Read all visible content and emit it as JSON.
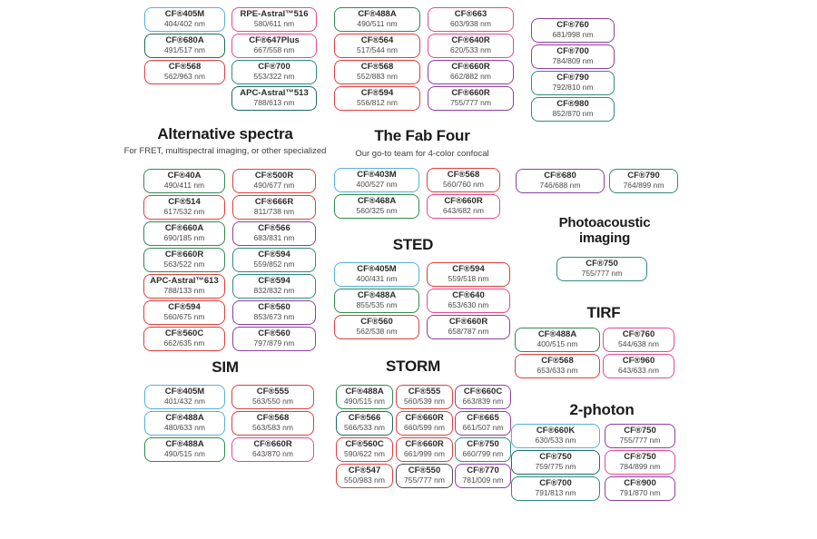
{
  "palette": {
    "blue": "#56aee0",
    "green": "#2f8a4f",
    "darkgreen": "#1e6b52",
    "teal": "#2e8b80",
    "darkteal": "#1f6b63",
    "red": "#e23d3d",
    "pink": "#e8478f",
    "purple": "#8e3fa3",
    "dark": "#4a4a4a"
  },
  "top_columns": [
    {
      "boxes": [
        {
          "n": "CF®405M",
          "w": "404/402 nm",
          "c": "blue"
        },
        {
          "n": "CF®680A",
          "w": "491/517 nm",
          "c": "darkgreen"
        },
        {
          "n": "CF®568",
          "w": "562/963 nm",
          "c": "red"
        }
      ]
    },
    {
      "boxes": [
        {
          "n": "RPE-Astral™516",
          "w": "580/611 nm",
          "c": "pink"
        },
        {
          "n": "CF®647Plus",
          "w": "667/558 nm",
          "c": "pink"
        },
        {
          "n": "CF®700",
          "w": "553/322 nm",
          "c": "teal"
        },
        {
          "n": "APC-Astral™513",
          "w": "788/613 nm",
          "c": "darkteal"
        }
      ]
    },
    {
      "boxes": [
        {
          "n": "CF®488A",
          "w": "490/511 nm",
          "c": "green"
        },
        {
          "n": "CF®564",
          "w": "517/544 nm",
          "c": "red"
        },
        {
          "n": "CF®568",
          "w": "552/883 nm",
          "c": "red"
        },
        {
          "n": "CF®594",
          "w": "556/812 nm",
          "c": "red"
        }
      ]
    },
    {
      "boxes": [
        {
          "n": "CF®663",
          "w": "603/938 nm",
          "c": "pink"
        },
        {
          "n": "CF®640R",
          "w": "620/533 nm",
          "c": "pink"
        },
        {
          "n": "CF®660R",
          "w": "662/882 nm",
          "c": "purple"
        },
        {
          "n": "CF®660R",
          "w": "755/777 nm",
          "c": "purple"
        }
      ]
    },
    {
      "boxes": [
        {
          "n": "CF®760",
          "w": "681/998 nm",
          "c": "purple"
        },
        {
          "n": "CF®700",
          "w": "784/809 nm",
          "c": "purple"
        },
        {
          "n": "CF®790",
          "w": "792/810 nm",
          "c": "teal"
        },
        {
          "n": "CF®980",
          "w": "852/870 nm",
          "c": "teal"
        }
      ]
    }
  ],
  "sections": {
    "alternative": {
      "title": "Alternative spectra",
      "subtitle": "For FRET, multispectral imaging, or other specialized",
      "columns": [
        [
          {
            "n": "CF®40A",
            "w": "490/411 nm",
            "c": "green"
          },
          {
            "n": "CF®514",
            "w": "617/532 nm",
            "c": "red"
          },
          {
            "n": "CF®660A",
            "w": "690/185 nm",
            "c": "green"
          },
          {
            "n": "CF®660R",
            "w": "563/522 nm",
            "c": "green"
          },
          {
            "n": "APC-Astral™613",
            "w": "788/133 nm",
            "c": "red"
          },
          {
            "n": "CF®594",
            "w": "560/675 nm",
            "c": "red"
          },
          {
            "n": "CF®560C",
            "w": "662/635 nm",
            "c": "red"
          }
        ],
        [
          {
            "n": "CF®500R",
            "w": "490/677 nm",
            "c": "red"
          },
          {
            "n": "CF®666R",
            "w": "811/738 nm",
            "c": "red"
          },
          {
            "n": "CF®566",
            "w": "683/831 nm",
            "c": "purple"
          },
          {
            "n": "CF®594",
            "w": "559/852 nm",
            "c": "teal"
          },
          {
            "n": "CF®594",
            "w": "832/832 nm",
            "c": "teal"
          },
          {
            "n": "CF®560",
            "w": "853/673 nm",
            "c": "purple"
          },
          {
            "n": "CF®560",
            "w": "797/879 nm",
            "c": "purple"
          }
        ]
      ]
    },
    "fab_four": {
      "title": "The Fab Four",
      "subtitle": "Our go-to team for 4-color confocal",
      "columns": [
        [
          {
            "n": "CF®403M",
            "w": "400/527 nm",
            "c": "blue"
          },
          {
            "n": "CF®468A",
            "w": "560/325 nm",
            "c": "green"
          }
        ],
        [
          {
            "n": "CF®568",
            "w": "560/760 nm",
            "c": "red"
          },
          {
            "n": "CF®660R",
            "w": "643/682 nm",
            "c": "pink"
          }
        ]
      ]
    },
    "sted": {
      "title": "STED",
      "columns": [
        [
          {
            "n": "CF®405M",
            "w": "400/431 nm",
            "c": "blue"
          },
          {
            "n": "CF®488A",
            "w": "855/535 nm",
            "c": "green"
          },
          {
            "n": "CF®560",
            "w": "562/538 nm",
            "c": "red"
          }
        ],
        [
          {
            "n": "CF®594",
            "w": "559/518 nm",
            "c": "red"
          },
          {
            "n": "CF®640",
            "w": "653/630 nm",
            "c": "pink"
          },
          {
            "n": "CF®660R",
            "w": "658/787 nm",
            "c": "purple"
          }
        ]
      ]
    },
    "sim": {
      "title": "SIM",
      "columns": [
        [
          {
            "n": "CF®405M",
            "w": "401/432 nm",
            "c": "blue"
          },
          {
            "n": "CF®488A",
            "w": "480/633 nm",
            "c": "blue"
          },
          {
            "n": "CF®488A",
            "w": "490/515 nm",
            "c": "green"
          }
        ],
        [
          {
            "n": "CF®555",
            "w": "563/550 nm",
            "c": "red"
          },
          {
            "n": "CF®568",
            "w": "563/583 nm",
            "c": "red"
          },
          {
            "n": "CF®660R",
            "w": "643/870 nm",
            "c": "pink"
          }
        ]
      ]
    },
    "storm": {
      "title": "STORM",
      "columns": [
        [
          {
            "n": "CF®488A",
            "w": "490/515 nm",
            "c": "green"
          },
          {
            "n": "CF®566",
            "w": "566/533 nm",
            "c": "darkteal"
          },
          {
            "n": "CF®560C",
            "w": "590/622 nm",
            "c": "red"
          },
          {
            "n": "CF®547",
            "w": "550/983 nm",
            "c": "red"
          }
        ],
        [
          {
            "n": "CF®555",
            "w": "560/539 nm",
            "c": "red"
          },
          {
            "n": "CF®660R",
            "w": "660/599 nm",
            "c": "red"
          },
          {
            "n": "CF®660R",
            "w": "661/999 nm",
            "c": "red"
          },
          {
            "n": "CF®550",
            "w": "755/777 nm",
            "c": "dark"
          }
        ],
        [
          {
            "n": "CF®660C",
            "w": "663/839 nm",
            "c": "purple"
          },
          {
            "n": "CF®665",
            "w": "661/507 nm",
            "c": "purple"
          },
          {
            "n": "CF®750",
            "w": "660/799 nm",
            "c": "teal"
          },
          {
            "n": "CF®770",
            "w": "781/009 nm",
            "c": "purple"
          }
        ]
      ]
    },
    "pair": {
      "left": [
        {
          "n": "CF®680",
          "w": "746/688 nm",
          "c": "purple"
        }
      ],
      "right": [
        {
          "n": "CF®790",
          "w": "764/899 nm",
          "c": "teal"
        }
      ]
    },
    "photoacoustic": {
      "title": "Photoacoustic imaging",
      "boxes": [
        {
          "n": "CF®750",
          "w": "755/777 nm",
          "c": "teal"
        }
      ]
    },
    "tirf": {
      "title": "TIRF",
      "columns": [
        [
          {
            "n": "CF®488A",
            "w": "400/515 nm",
            "c": "green"
          },
          {
            "n": "CF®568",
            "w": "653/633 nm",
            "c": "red"
          }
        ],
        [
          {
            "n": "CF®760",
            "w": "544/638 nm",
            "c": "pink"
          },
          {
            "n": "CF®960",
            "w": "643/633 nm",
            "c": "pink"
          }
        ]
      ]
    },
    "two_photon": {
      "title": "2-photon",
      "columns": [
        [
          {
            "n": "CF®660K",
            "w": "630/533 nm",
            "c": "blue"
          },
          {
            "n": "CF®750",
            "w": "759/775 nm",
            "c": "darkteal"
          },
          {
            "n": "CF®700",
            "w": "791/813 nm",
            "c": "teal"
          }
        ],
        [
          {
            "n": "CF®750",
            "w": "755/777 nm",
            "c": "purple"
          },
          {
            "n": "CF®750",
            "w": "784/899 nm",
            "c": "pink"
          },
          {
            "n": "CF®900",
            "w": "791/870 nm",
            "c": "purple"
          }
        ]
      ]
    }
  }
}
